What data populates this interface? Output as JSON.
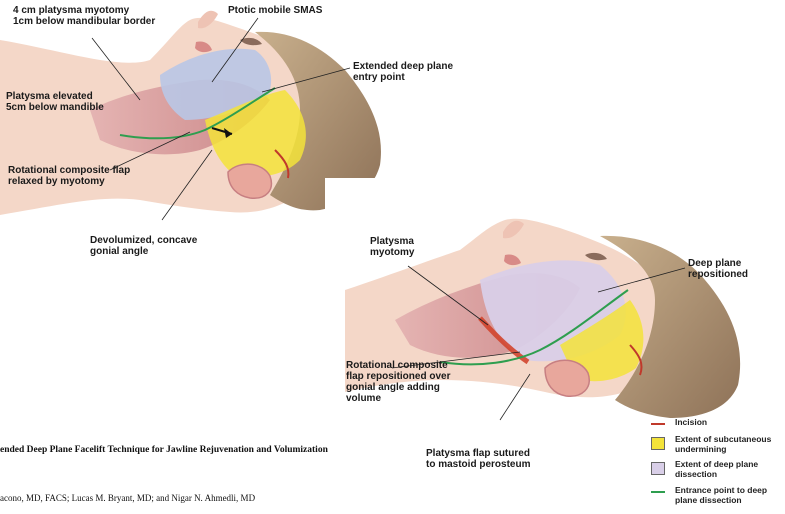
{
  "labels": {
    "top_myotomy": "4 cm platysma myotomy\n1cm below mandibular border",
    "top_smas": "Ptotic mobile SMAS",
    "top_entry": "Extended deep plane\nentry point",
    "top_platysma_elevated": "Platysma elevated\n5cm below mandible",
    "top_rotational": "Rotational composite flap\nrelaxed by myotomy",
    "top_gonial": "Devolumized, concave\ngonial angle",
    "bottom_myotomy": "Platysma\nmyotomy",
    "bottom_deep_plane": "Deep plane\nrepositioned",
    "bottom_rotational": "Rotational composite\nflap repositioned over\ngonial angle adding\nvolume",
    "bottom_sutured": "Platysma flap sutured\nto mastoid perosteum"
  },
  "legend": [
    {
      "text": "Incision",
      "kind": "line",
      "color": "#c0392b"
    },
    {
      "text": "Extent of subcutaneous\nundermining",
      "kind": "box",
      "color": "#f3e33a"
    },
    {
      "text": "Extent of deep plane\ndissection",
      "kind": "box",
      "color": "#d9cfe8"
    },
    {
      "text": "Entrance point to deep\nplane dissection",
      "kind": "line",
      "color": "#2e9e4f"
    }
  ],
  "caption": {
    "title": "ended Deep Plane Facelift Technique for Jawline Rejuvenation and Volumization",
    "authors": "acono, MD, FACS; Lucas M. Bryant, MD; and Nigar N. Ahmedli, MD"
  },
  "colors": {
    "skin": "#f4d7c8",
    "hair": "#a5896a",
    "muscle": "#d48f8f",
    "smas": "#b9c7e6",
    "deep_plane": "#d9cfe8",
    "undermining": "#f3e33a",
    "incision": "#c0392b",
    "entry": "#2e9e4f"
  }
}
